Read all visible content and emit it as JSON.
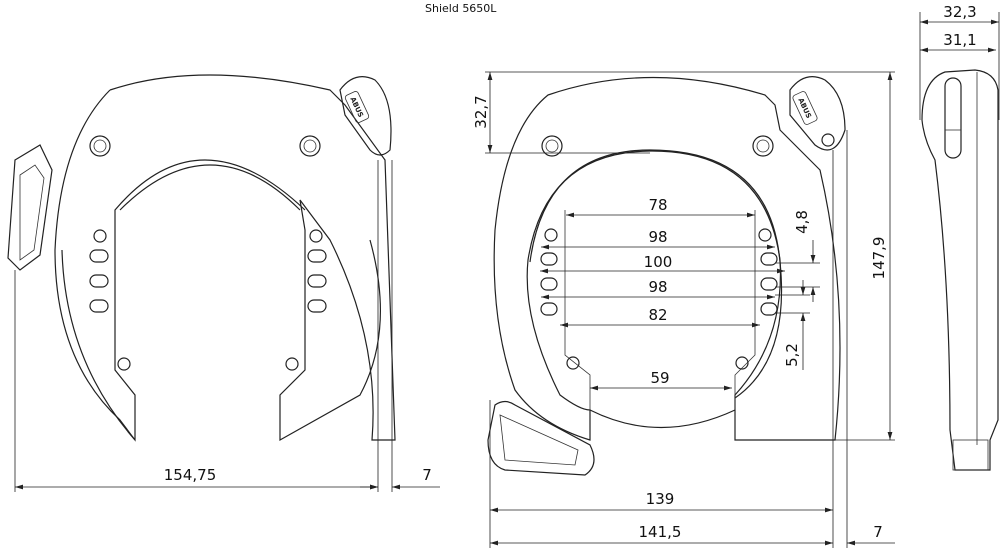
{
  "title": "Shield 5650L",
  "brand_mark": "ABUS",
  "front_view": {
    "width_label": "154,75",
    "offset_label": "7"
  },
  "dimension_view": {
    "top_offset_label": "32,7",
    "height_label": "147,9",
    "inner_widths": [
      "78",
      "98",
      "100",
      "98",
      "82"
    ],
    "bottom_opening_label": "59",
    "slot_spacing_top_label": "4,8",
    "slot_spacing_bottom_label": "5,2",
    "width_139_label": "139",
    "width_141_label": "141,5",
    "offset_label": "7"
  },
  "side_view": {
    "depth_total_label": "32,3",
    "depth_body_label": "31,1"
  },
  "colors": {
    "line": "#222222",
    "background": "#ffffff"
  }
}
